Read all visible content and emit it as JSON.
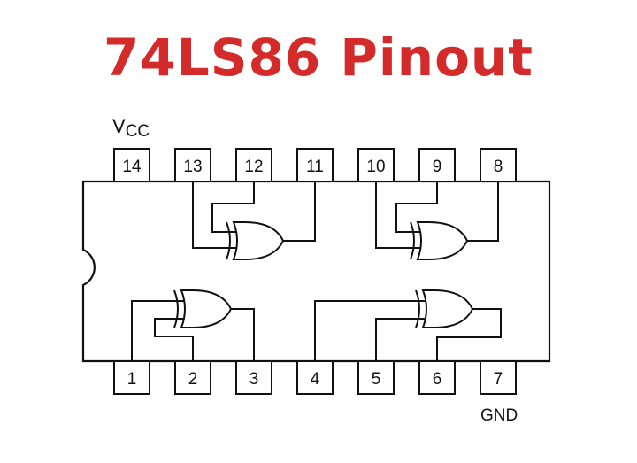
{
  "title": "74LS86 Pinout",
  "colors": {
    "title": "#d42a2a",
    "lines": "#111111"
  },
  "power_label": {
    "v": "V",
    "sub": "CC"
  },
  "ground_label": "GND",
  "top_pins": [
    "14",
    "13",
    "12",
    "11",
    "10",
    "9",
    "8"
  ],
  "bottom_pins": [
    "1",
    "2",
    "3",
    "4",
    "5",
    "6",
    "7"
  ],
  "gates": [
    {
      "name": "xor-gate-1",
      "type": "XOR",
      "inputs": [
        "1",
        "2"
      ],
      "output": "3"
    },
    {
      "name": "xor-gate-2",
      "type": "XOR",
      "inputs": [
        "4",
        "5"
      ],
      "output": "6"
    },
    {
      "name": "xor-gate-3",
      "type": "XOR",
      "inputs": [
        "9",
        "10"
      ],
      "output": "8"
    },
    {
      "name": "xor-gate-4",
      "type": "XOR",
      "inputs": [
        "12",
        "13"
      ],
      "output": "11"
    }
  ]
}
